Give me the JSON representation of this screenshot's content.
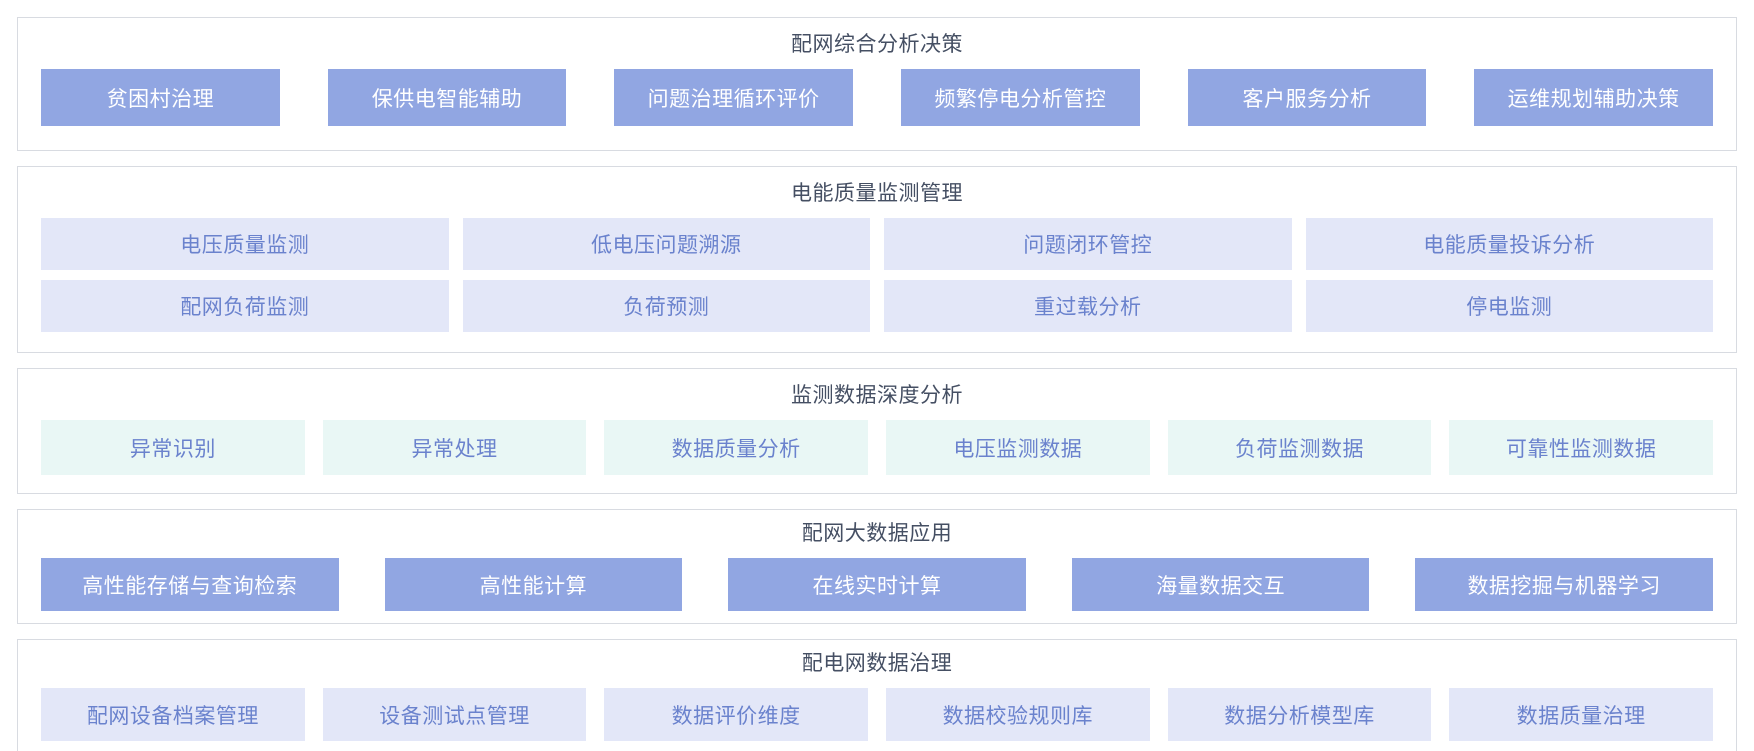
{
  "colors": {
    "panel_border": "#d8dbe1",
    "section_title_text": "#454f63",
    "primary_button_bg": "#91a6e2",
    "primary_button_text": "#ffffff",
    "lavender_button_bg": "#e3e7f8",
    "mint_button_bg": "#e9f7f5",
    "light_button_text": "#6a82cd"
  },
  "sections": [
    {
      "title": "配网综合分析决策",
      "style": "primary",
      "rows": [
        [
          "贫困村治理",
          "保供电智能辅助",
          "问题治理循环评价",
          "频繁停电分析管控",
          "客户服务分析",
          "运维规划辅助决策"
        ]
      ]
    },
    {
      "title": "电能质量监测管理",
      "style": "lavender",
      "rows": [
        [
          "电压质量监测",
          "低电压问题溯源",
          "问题闭环管控",
          "电能质量投诉分析"
        ],
        [
          "配网负荷监测",
          "负荷预测",
          "重过载分析",
          "停电监测"
        ]
      ]
    },
    {
      "title": "监测数据深度分析",
      "style": "mint",
      "rows": [
        [
          "异常识别",
          "异常处理",
          "数据质量分析",
          "电压监测数据",
          "负荷监测数据",
          "可靠性监测数据"
        ]
      ]
    },
    {
      "title": "配网大数据应用",
      "style": "primary",
      "rows": [
        [
          "高性能存储与查询检索",
          "高性能计算",
          "在线实时计算",
          "海量数据交互",
          "数据挖掘与机器学习"
        ]
      ]
    },
    {
      "title": "配电网数据治理",
      "style": "lavender",
      "rows": [
        [
          "配网设备档案管理",
          "设备测试点管理",
          "数据评价维度",
          "数据校验规则库",
          "数据分析模型库",
          "数据质量治理"
        ]
      ]
    }
  ]
}
